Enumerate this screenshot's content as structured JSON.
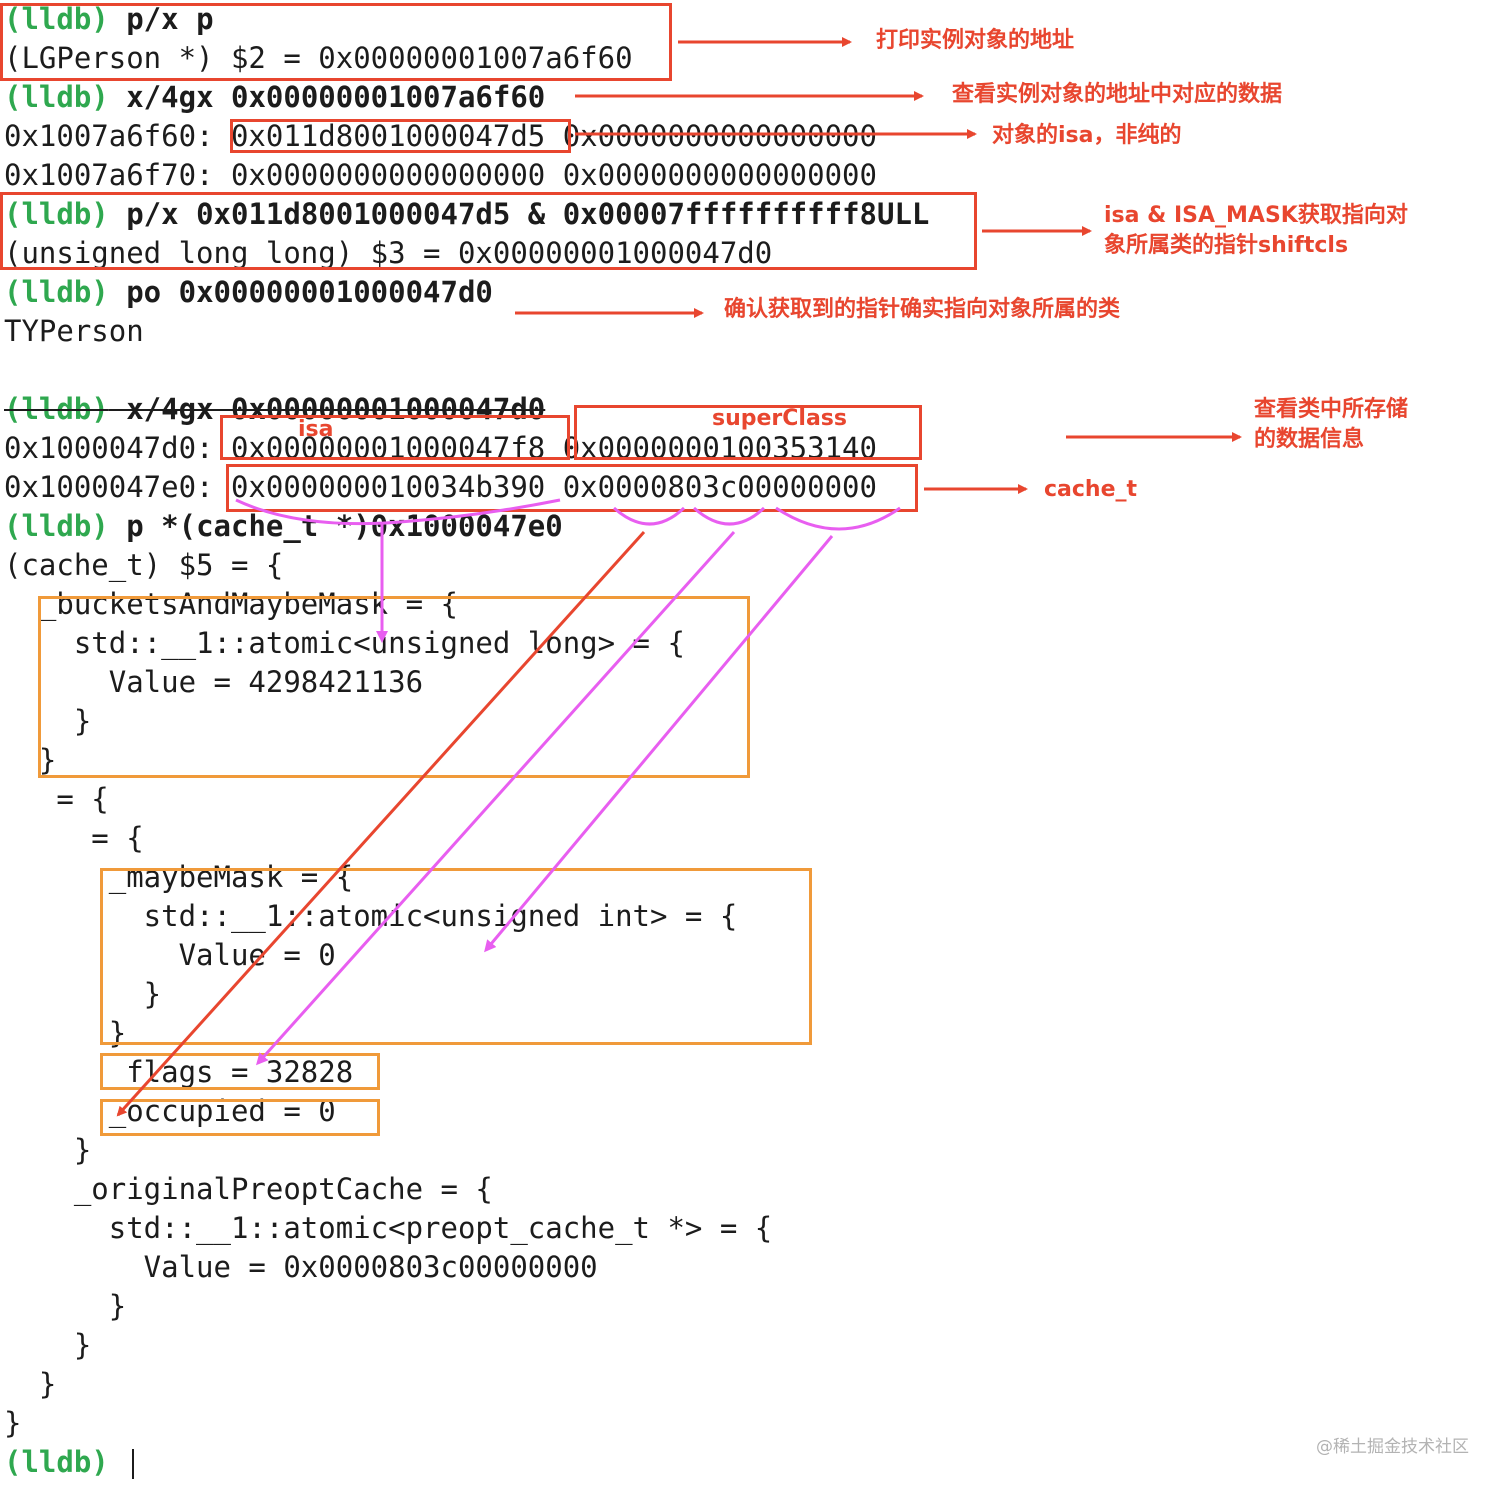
{
  "terminal": {
    "lines": [
      {
        "prompt": "(lldb)",
        "text": " p/x p"
      },
      {
        "text": "(LGPerson *) $2 = 0x00000001007a6f60"
      },
      {
        "prompt": "(lldb)",
        "text": " x/4gx 0x00000001007a6f60"
      },
      {
        "text": "0x1007a6f60: 0x011d8001000047d5 0x0000000000000000"
      },
      {
        "text": "0x1007a6f70: 0x0000000000000000 0x0000000000000000"
      },
      {
        "prompt": "(lldb)",
        "text": " p/x 0x011d8001000047d5 & 0x00007ffffffffff8ULL"
      },
      {
        "text": "(unsigned long long) $3 = 0x00000001000047d0"
      },
      {
        "prompt": "(lldb)",
        "text": " po 0x00000001000047d0"
      },
      {
        "text": "TYPerson"
      },
      {
        "text": ""
      },
      {
        "prompt": "(lldb)",
        "text": " x/4gx 0x00000001000047d0"
      },
      {
        "text": "0x1000047d0: 0x00000001000047f8 0x0000000100353140"
      },
      {
        "text": "0x1000047e0: 0x000000010034b390 0x0000803c00000000"
      },
      {
        "prompt": "(lldb)",
        "text": " p *(cache_t *)0x1000047e0"
      },
      {
        "text": "(cache_t) $5 = {"
      },
      {
        "text": "  _bucketsAndMaybeMask = {"
      },
      {
        "text": "    std::__1::atomic<unsigned long> = {"
      },
      {
        "text": "      Value = 4298421136"
      },
      {
        "text": "    }"
      },
      {
        "text": "  }"
      },
      {
        "text": "   = {"
      },
      {
        "text": "     = {"
      },
      {
        "text": "      _maybeMask = {"
      },
      {
        "text": "        std::__1::atomic<unsigned int> = {"
      },
      {
        "text": "          Value = 0"
      },
      {
        "text": "        }"
      },
      {
        "text": "      }"
      },
      {
        "text": "      _flags = 32828"
      },
      {
        "text": "      _occupied = 0"
      },
      {
        "text": "    }"
      },
      {
        "text": "    _originalPreoptCache = {"
      },
      {
        "text": "      std::__1::atomic<preopt_cache_t *> = {"
      },
      {
        "text": "        Value = 0x0000803c00000000"
      },
      {
        "text": "      }"
      },
      {
        "text": "    }"
      },
      {
        "text": "  }"
      },
      {
        "text": "}"
      },
      {
        "prompt": "(lldb)",
        "text": " "
      }
    ]
  },
  "annotations": {
    "print_address": "打印实例对象的地址",
    "view_data": "查看实例对象的地址中对应的数据",
    "isa_not_pure": "对象的isa，非纯的",
    "isa_mask": "isa & ISA_MASK获取指向对\n象所属类的指针shiftcls",
    "confirm_class": "确认获取到的指针确实指向对象所属的类",
    "class_data": "查看类中所存储\n的数据信息",
    "cache_t": "cache_t",
    "isa_label": "isa",
    "superclass_label": "superClass"
  },
  "colors": {
    "prompt": "#2fa84f",
    "annotation_red": "#e8462f",
    "box_orange": "#f09a3a",
    "arrow_magenta": "#e85ef0"
  },
  "watermark": "@稀土掘金技术社区"
}
